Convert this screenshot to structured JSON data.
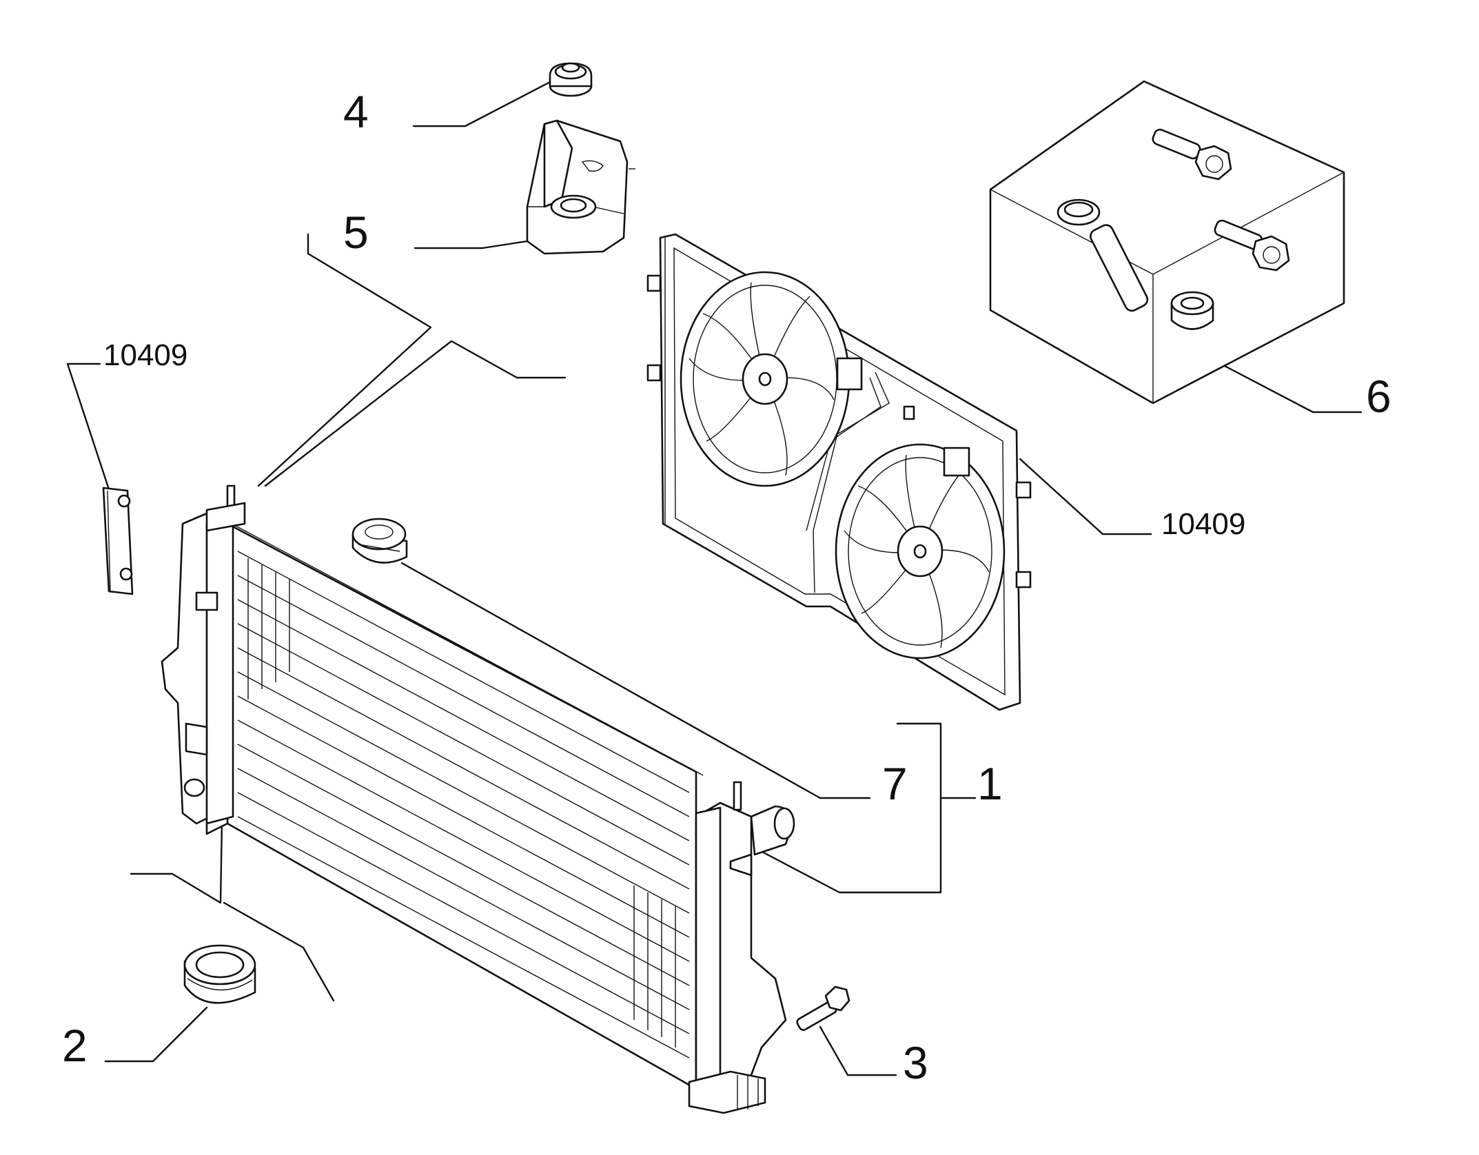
{
  "callouts": {
    "c1": "1",
    "c2": "2",
    "c3": "3",
    "c4": "4",
    "c5": "5",
    "c6": "6",
    "c7": "7",
    "ref_left": "10409",
    "ref_right": "10409"
  },
  "parts": [
    {
      "id": "1",
      "name": "radiator"
    },
    {
      "id": "2",
      "name": "rubber-grommet"
    },
    {
      "id": "3",
      "name": "bolt"
    },
    {
      "id": "4",
      "name": "rubber-bushing"
    },
    {
      "id": "5",
      "name": "mounting-bracket"
    },
    {
      "id": "6",
      "name": "fastener-kit"
    },
    {
      "id": "7",
      "name": "filler-cap"
    },
    {
      "id": "10409",
      "name": "fan-shroud-and-seal"
    }
  ]
}
